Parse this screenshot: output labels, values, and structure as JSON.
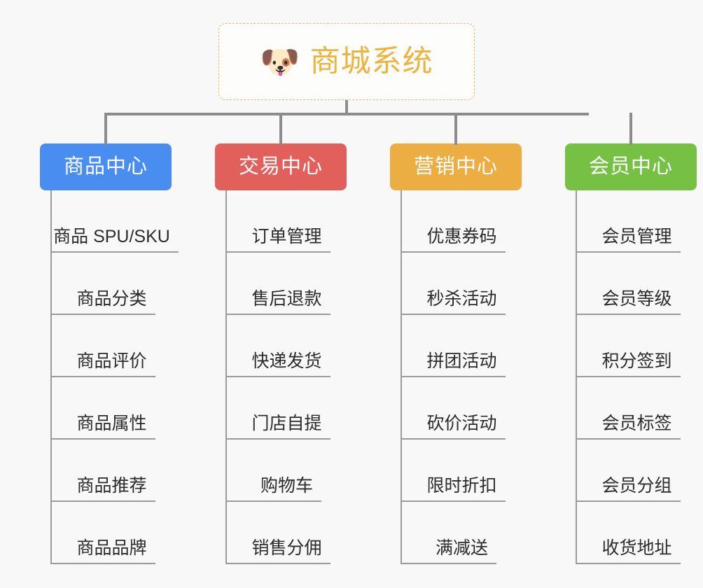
{
  "background_color": "#f8f8f8",
  "root": {
    "icon": "shiba-dog-face-emoji",
    "emoji": "🐶",
    "title": "商城系统",
    "text_color": "#eeb33f",
    "border_color": "#e8b96a"
  },
  "connector_color": "#8c8c8c",
  "columns": [
    {
      "id": "product-center",
      "header": "商品中心",
      "color": "#4a8df0",
      "items": [
        "商品 SPU/SKU",
        "商品分类",
        "商品评价",
        "商品属性",
        "商品推荐",
        "商品品牌"
      ]
    },
    {
      "id": "trade-center",
      "header": "交易中心",
      "color": "#e2605c",
      "items": [
        "订单管理",
        "售后退款",
        "快递发货",
        "门店自提",
        "购物车",
        "销售分佣"
      ]
    },
    {
      "id": "marketing-center",
      "header": "营销中心",
      "color": "#ecae42",
      "items": [
        "优惠券码",
        "秒杀活动",
        "拼团活动",
        "砍价活动",
        "限时折扣",
        "满减送"
      ]
    },
    {
      "id": "member-center",
      "header": "会员中心",
      "color": "#76c044",
      "items": [
        "会员管理",
        "会员等级",
        "积分签到",
        "会员标签",
        "会员分组",
        "收货地址"
      ]
    }
  ]
}
